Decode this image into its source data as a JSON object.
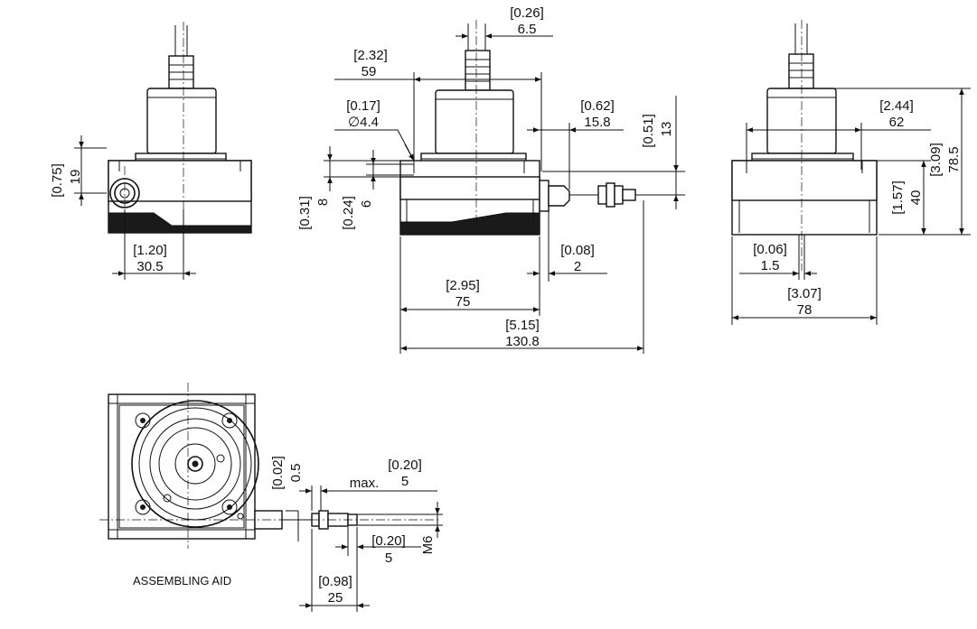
{
  "dimensions": {
    "height_19": {
      "inch": "[0.75]",
      "mm": "19"
    },
    "width_30_5": {
      "inch": "[1.20]",
      "mm": "30.5"
    },
    "shaft_6_5": {
      "inch": "[0.26]",
      "mm": "6.5"
    },
    "flange_59": {
      "inch": "[2.32]",
      "mm": "59"
    },
    "hole_4_4": {
      "inch": "[0.17]",
      "mm": "∅4.4"
    },
    "offset_15_8": {
      "inch": "[0.62]",
      "mm": "15.8"
    },
    "height_13": {
      "inch": "[0.51]",
      "mm": "13"
    },
    "height_8": {
      "inch": "[0.31]",
      "mm": "8"
    },
    "height_6": {
      "inch": "[0.24]",
      "mm": "6"
    },
    "offset_2": {
      "inch": "[0.08]",
      "mm": "2"
    },
    "width_75": {
      "inch": "[2.95]",
      "mm": "75"
    },
    "total_130_8": {
      "inch": "[5.15]",
      "mm": "130.8"
    },
    "width_62": {
      "inch": "[2.44]",
      "mm": "62"
    },
    "height_78_5": {
      "inch": "[3.09]",
      "mm": "78.5"
    },
    "height_40": {
      "inch": "[1.57]",
      "mm": "40"
    },
    "offset_1_5": {
      "inch": "[0.06]",
      "mm": "1.5"
    },
    "width_78": {
      "inch": "[3.07]",
      "mm": "78"
    },
    "play_0_5": {
      "inch": "[0.02]",
      "mm": "0.5"
    },
    "max_5": {
      "prefix": "max.",
      "inch": "[0.20]",
      "mm": "5"
    },
    "length_5": {
      "inch": "[0.20]",
      "mm": "5"
    },
    "thread": {
      "mm": "M6"
    },
    "length_25": {
      "inch": "[0.98]",
      "mm": "25"
    }
  },
  "caption": "ASSEMBLING AID"
}
